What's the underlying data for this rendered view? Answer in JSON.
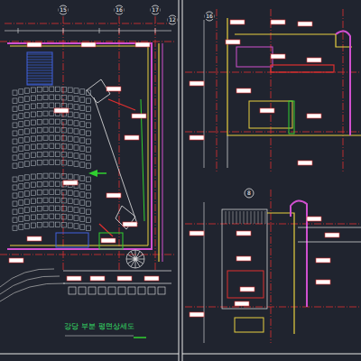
{
  "diagram": {
    "title": "강당 부분 평면상세도",
    "labels": [
      "15",
      "16",
      "17",
      "12",
      "16",
      "8"
    ]
  }
}
